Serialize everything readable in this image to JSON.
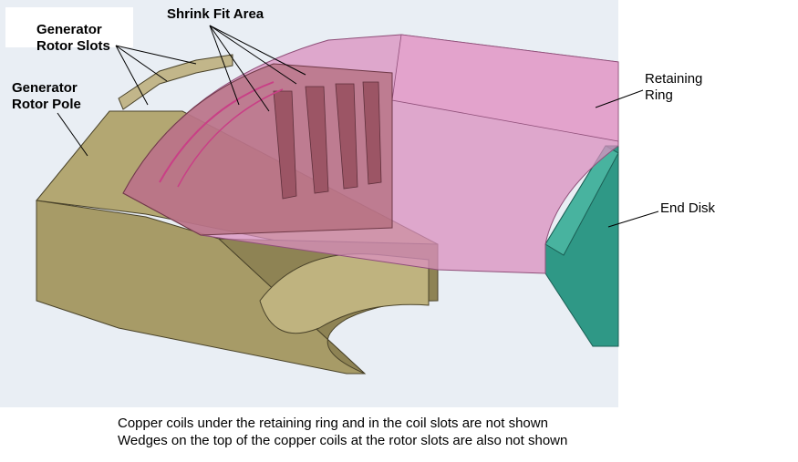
{
  "labels": {
    "generator_rotor_slots": [
      "Generator",
      "Rotor Slots"
    ],
    "shrink_fit_area": "Shrink Fit Area",
    "generator_rotor_pole": [
      "Generator",
      "Rotor Pole"
    ],
    "retaining_ring": [
      "Retaining",
      "Ring"
    ],
    "end_disk": "End Disk"
  },
  "caption": [
    "Copper coils under the retaining ring and in the coil slots are not shown",
    "Wedges on the top of the copper coils at the rotor slots are also not shown"
  ],
  "colors": {
    "background_panel": "#e8edf3",
    "rotor_body": "#a79b67",
    "rotor_shadow": "#8e8354",
    "retaining_ring": "#d98fbf",
    "end_disk": "#2f9886",
    "overlap": "#b06a78"
  }
}
